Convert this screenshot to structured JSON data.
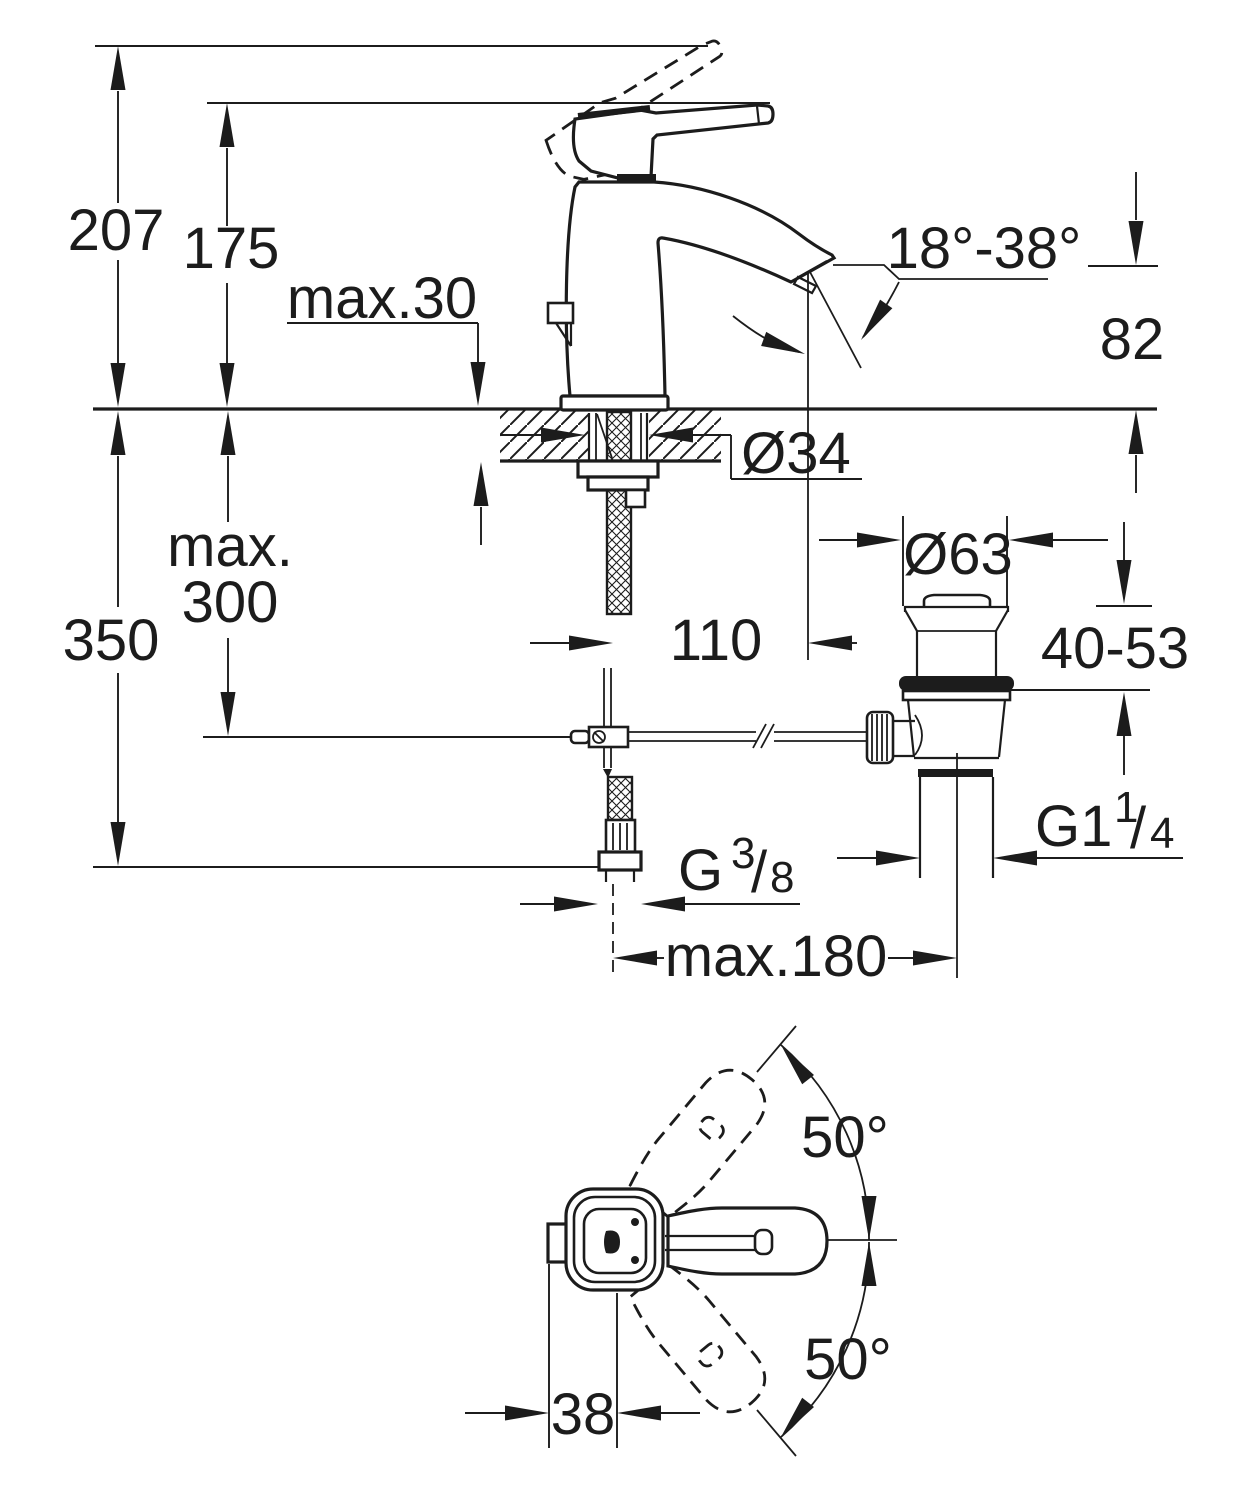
{
  "page": {
    "background": "#ffffff",
    "line_color": "#1c1c1c",
    "title": "single-lever basin mixer installation drawing"
  },
  "front_view": {
    "dim_overall_height": "207",
    "dim_height_to_spout": "175",
    "dim_max_deck_thickness": "max.30",
    "dim_spray_angle": "18°-38°",
    "dim_outlet_height": "82",
    "dim_hole_diameter": "Ø34",
    "dim_max_word": "max.",
    "dim_max_depth_below": "300",
    "dim_total_depth": "350",
    "dim_waste_flange_diameter": "Ø63",
    "dim_spout_reach": "110",
    "dim_waste_adjust_range": "40-53",
    "supply_thread": {
      "main": "G",
      "numerator": "3",
      "slash": "/",
      "denominator": "8"
    },
    "waste_thread": {
      "main": "G1",
      "numerator": "1",
      "slash": "/",
      "denominator": "4"
    },
    "dim_max_rod_reach": "max.180"
  },
  "plan_view": {
    "dim_swing_upper": "50°",
    "dim_swing_lower": "50°",
    "dim_spout_offset": "38"
  }
}
